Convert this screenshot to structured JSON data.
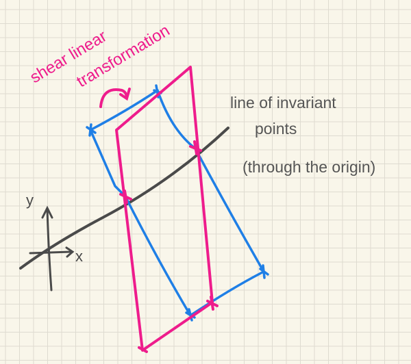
{
  "annotations": {
    "title_line1": "shear linear",
    "title_line2": "transformation",
    "invariant_line1": "line of invariant",
    "invariant_line2": "points",
    "invariant_line3": "(through the origin)",
    "axis_x": "x",
    "axis_y": "y"
  },
  "colors": {
    "background": "#f9f6ea",
    "grid": "#dedbd0",
    "transformed_shape": "#ee1c8c",
    "original_shape": "#1f7fe6",
    "invariant_line": "#4a4a4a"
  }
}
